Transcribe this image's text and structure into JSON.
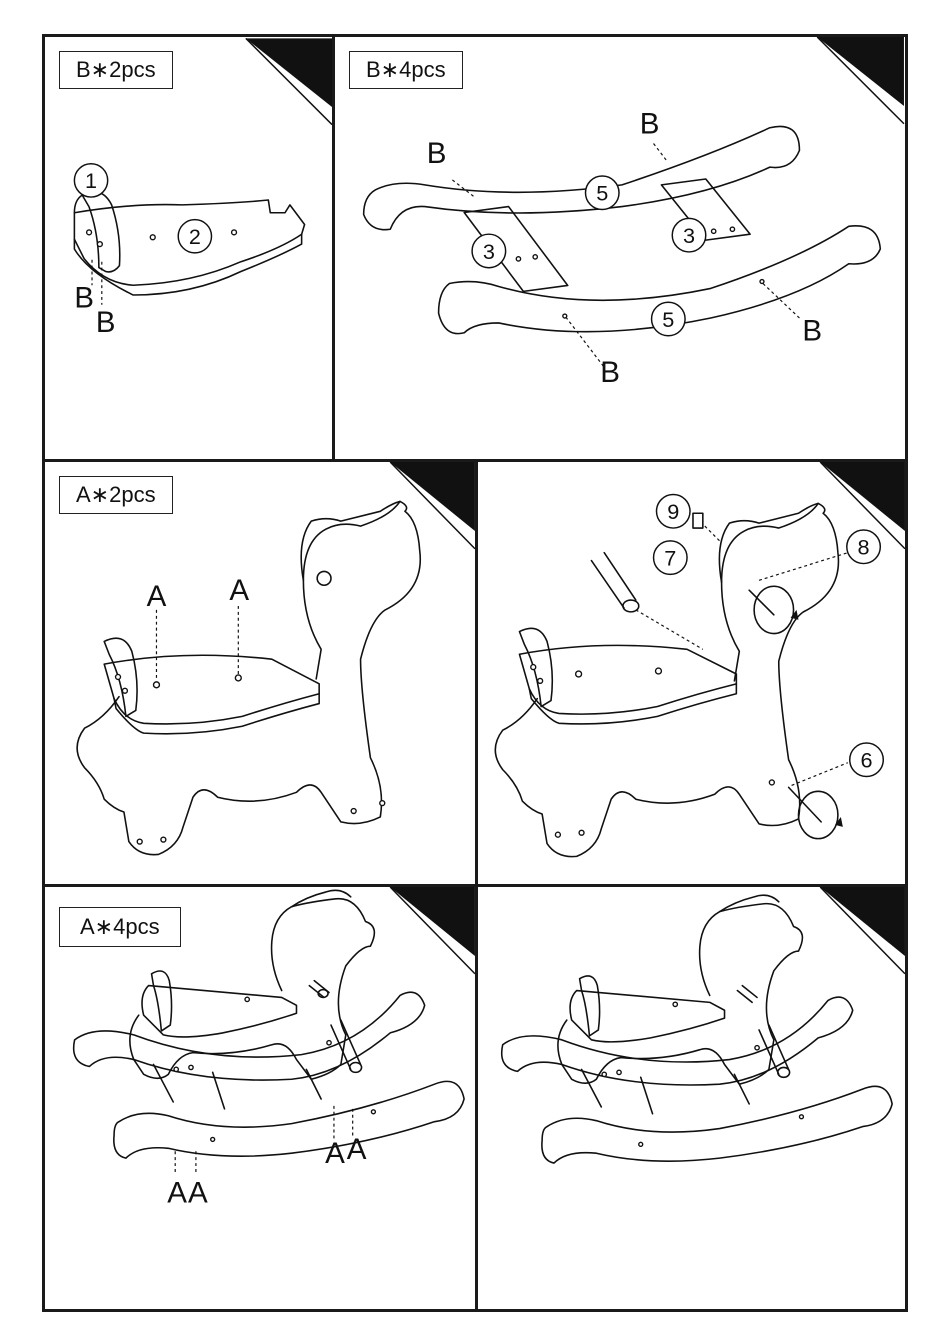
{
  "steps": [
    {
      "qty_label": "B∗2pcs",
      "callouts": [
        "1",
        "2"
      ],
      "letters": [
        "B",
        "B"
      ]
    },
    {
      "qty_label": "B∗4pcs",
      "callouts": [
        "5",
        "3",
        "3",
        "5"
      ],
      "letters": [
        "B",
        "B",
        "B",
        "B"
      ]
    },
    {
      "qty_label": "A∗2pcs",
      "letters": [
        "A",
        "A"
      ]
    },
    {
      "callouts": [
        "9",
        "8",
        "7",
        "6"
      ]
    },
    {
      "qty_label": "A∗4pcs",
      "letters": [
        "A",
        "A",
        "A",
        "A"
      ]
    },
    {}
  ]
}
